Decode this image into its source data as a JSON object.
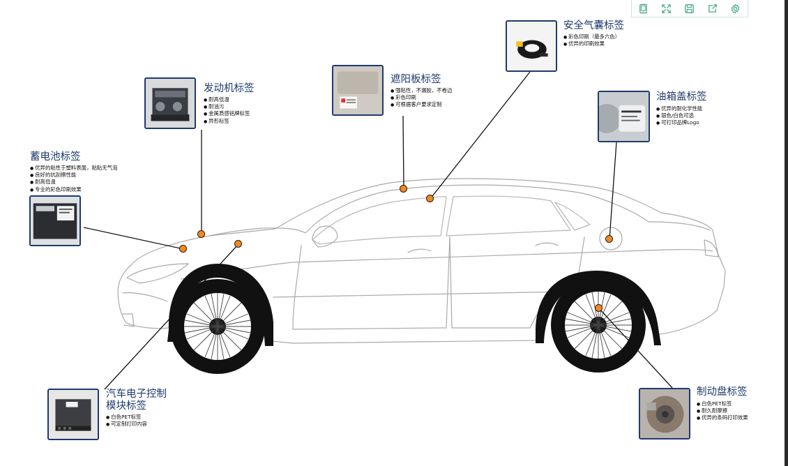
{
  "toolbar": {
    "buttons": [
      {
        "icon": "tablet-icon"
      },
      {
        "icon": "fullscreen-icon"
      },
      {
        "icon": "save-icon"
      },
      {
        "icon": "share-icon"
      },
      {
        "icon": "settings-gear-icon"
      }
    ],
    "icon_color": "#3aa37a"
  },
  "labels": {
    "airbag": {
      "title": "安全气囊标签",
      "bullets": [
        "彩色印刷（最多六色）",
        "优异的印刷效果"
      ]
    },
    "sunvisor": {
      "title": "遮阳板标签",
      "bullets": [
        "强粘性，不漏胶，不卷边",
        "彩色印刷",
        "可根据客户要求定制"
      ]
    },
    "engine": {
      "title": "发动机标签",
      "bullets": [
        "耐高低温",
        "耐油污",
        "金属质感铭牌标签",
        "异形标签"
      ]
    },
    "fuelcap": {
      "title": "油箱盖标签",
      "bullets": [
        "优异的耐化学性能",
        "银色/白色可选",
        "可打印品牌Logo"
      ]
    },
    "battery": {
      "title": "蓄电池标签",
      "bullets": [
        "优异的粘性于塑料表面，粘贴无气泡",
        "良好的抗刮擦性能",
        "耐高低温",
        "专业的彩色印刷效果"
      ]
    },
    "ecu": {
      "title": "汽车电子控制模块标签",
      "bullets": [
        "白色PET标签",
        "可定制打印内容"
      ]
    },
    "brake": {
      "title": "制动盘标签",
      "bullets": [
        "白色PET标签",
        "耐久耐摩擦",
        "优异的条码打印效果"
      ]
    }
  },
  "colors": {
    "accent": "#f08a24",
    "title": "#1f3a6e",
    "frame": "#1f3a6e"
  }
}
